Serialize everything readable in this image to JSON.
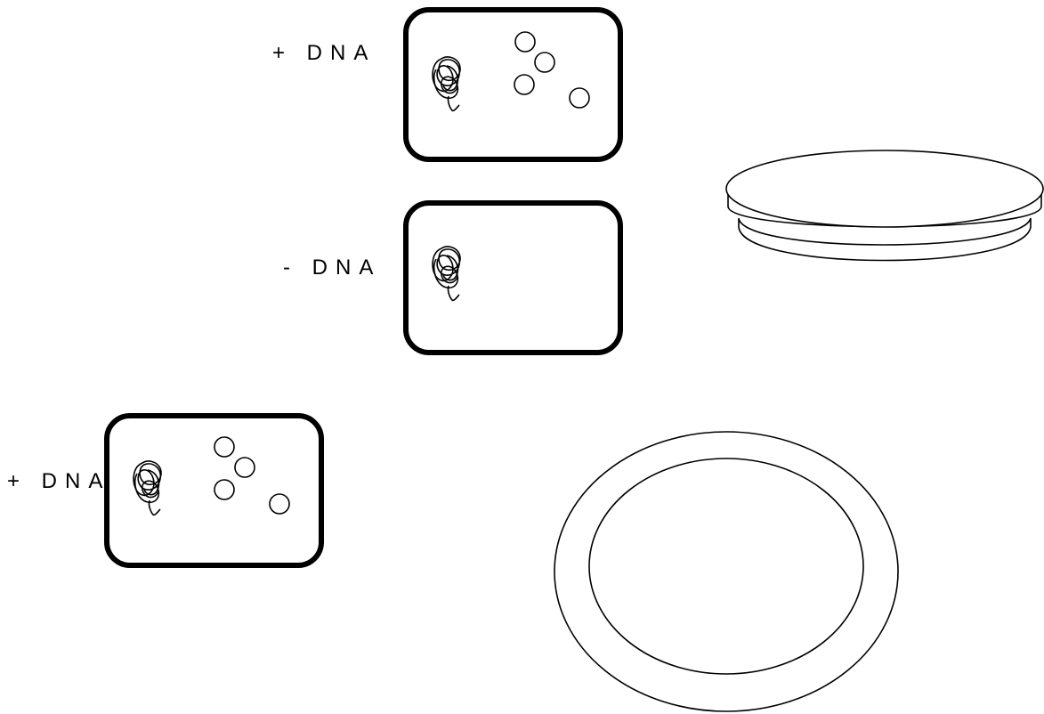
{
  "labels": {
    "cell_top": "+ DNA",
    "cell_middle": "- DNA",
    "cell_bottom": "+ DNA"
  },
  "colors": {
    "stroke": "#000000",
    "background": "#ffffff"
  },
  "icons": {
    "chromosome": "chromosome-icon",
    "plasmid": "plasmid-icon",
    "petri_dish_side": "petri-dish-side-view-icon",
    "petri_dish_top": "petri-dish-top-view-icon"
  }
}
